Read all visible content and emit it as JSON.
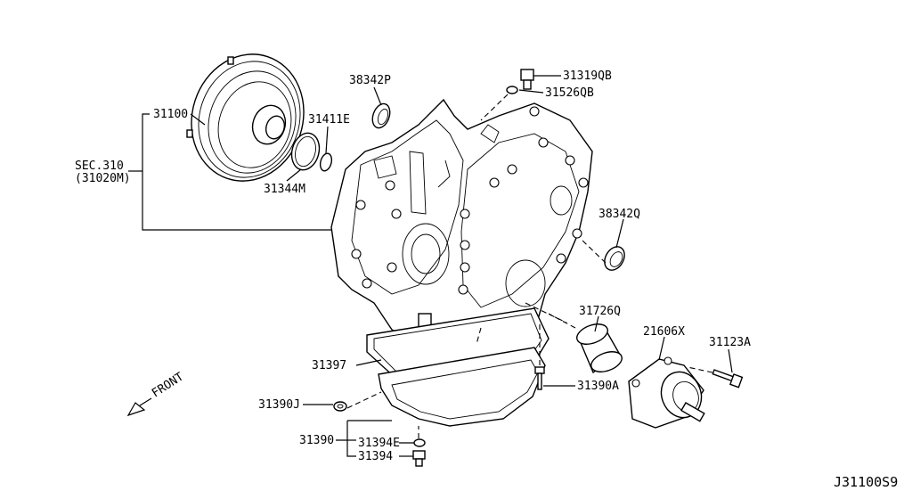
{
  "diagram_id": "J31100S9",
  "front_label": "FRONT",
  "section_ref": {
    "line1": "SEC.310",
    "line2": "(31020M)"
  },
  "parts": {
    "p31100": "31100",
    "p31411E": "31411E",
    "p31344M": "31344M",
    "p38342P": "38342P",
    "p31319QB": "31319QB",
    "p31526QB": "31526QB",
    "p38342Q": "38342Q",
    "p31726Q": "31726Q",
    "p21606X": "21606X",
    "p31123A": "31123A",
    "p31390A": "31390A",
    "p31397": "31397",
    "p31390J": "31390J",
    "p31390": "31390",
    "p31394E": "31394E",
    "p31394": "31394"
  }
}
